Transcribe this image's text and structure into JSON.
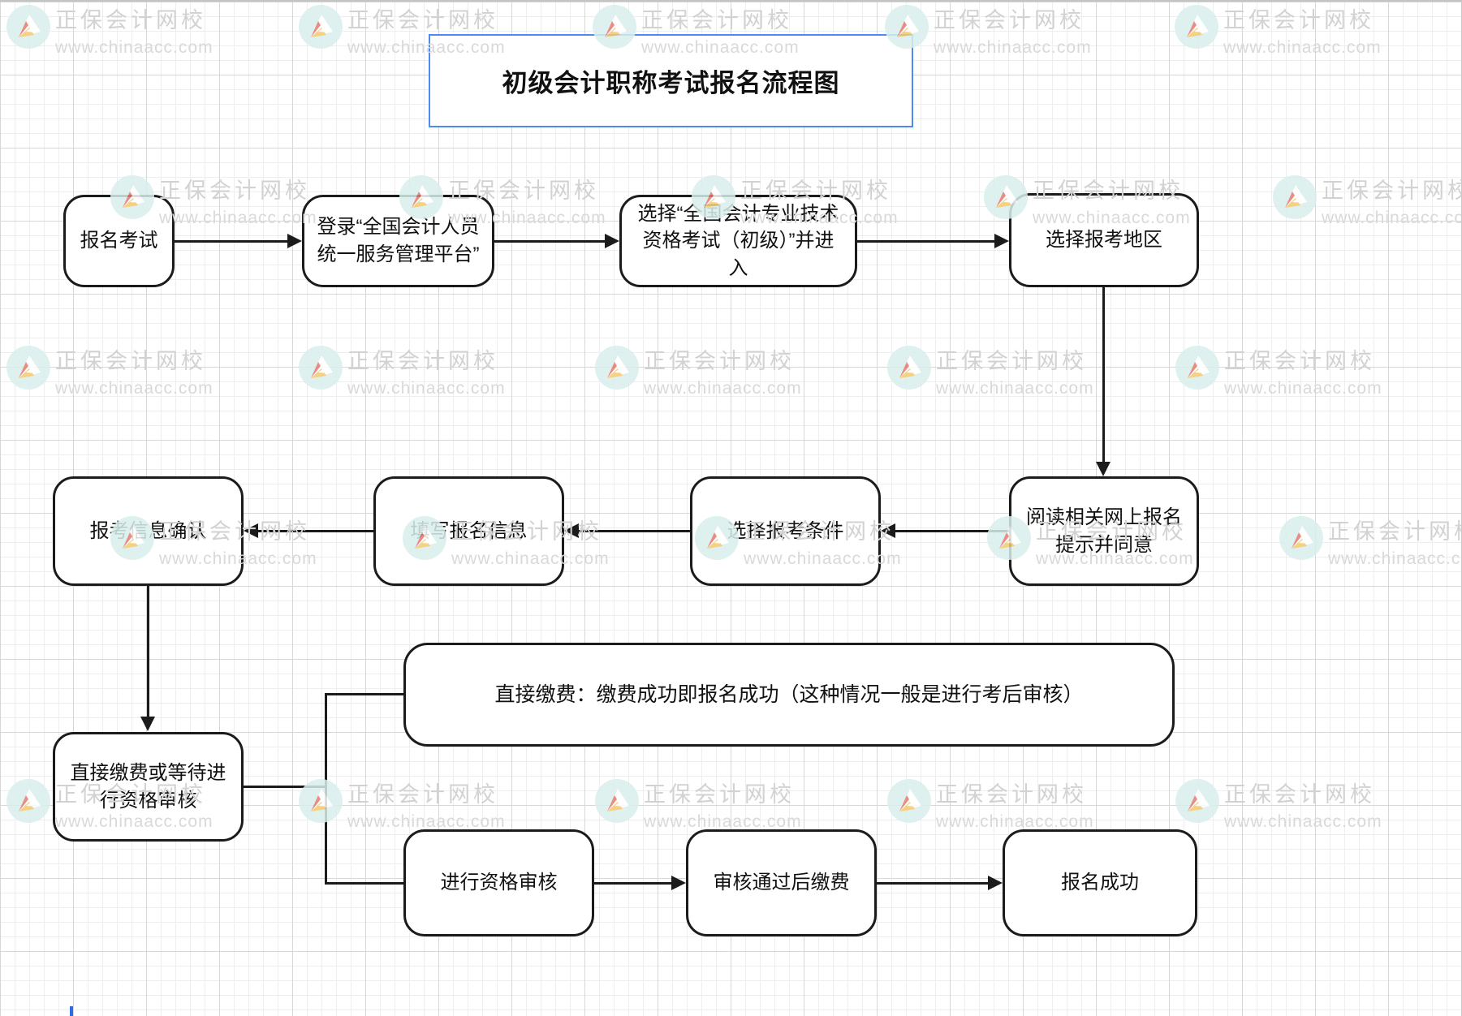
{
  "title": "初级会计职称考试报名流程图",
  "watermark": {
    "brand": "正保会计网校",
    "url": "www.chinaacc.com"
  },
  "colors": {
    "title_border": "#4c8bf5",
    "node_border": "#1b1b1b",
    "watermark_teal": "#d9efed",
    "watermark_text": "#d2d2d2"
  },
  "nodes": {
    "start": {
      "label": "报名考试"
    },
    "login": {
      "label": "登录“全国会计人员统一服务管理平台”"
    },
    "select_exam": {
      "label": "选择“全国会计专业技术资格考试（初级）”并进入"
    },
    "select_region": {
      "label": "选择报考地区"
    },
    "read_notice": {
      "label": "阅读相关网上报名提示并同意"
    },
    "select_condition": {
      "label": "选择报考条件"
    },
    "fill_info": {
      "label": "填写报名信息"
    },
    "confirm_info": {
      "label": "报考信息确认"
    },
    "pay_or_wait": {
      "label": "直接缴费或等待进行资格审核"
    },
    "direct_pay": {
      "label": "直接缴费：缴费成功即报名成功（这种情况一般是进行考后审核）"
    },
    "review": {
      "label": "进行资格审核"
    },
    "pay_after_review": {
      "label": "审核通过后缴费"
    },
    "success": {
      "label": "报名成功"
    }
  }
}
